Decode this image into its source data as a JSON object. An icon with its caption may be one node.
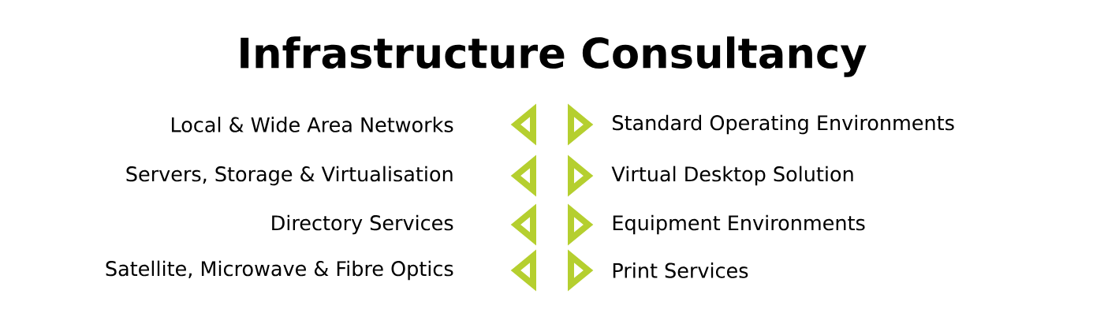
{
  "diagram": {
    "title": "Infrastructure Consultancy",
    "labels": [
      "Local & Wide Area Networks",
      "Standard Operating Environments",
      "Servers, Storage & Virtualisation",
      "Virtual Desktop Solution",
      "Directory Services",
      "Equipment Environments",
      "Satellite, Microwave & Fibre Optics",
      "Print Services"
    ]
  }
}
